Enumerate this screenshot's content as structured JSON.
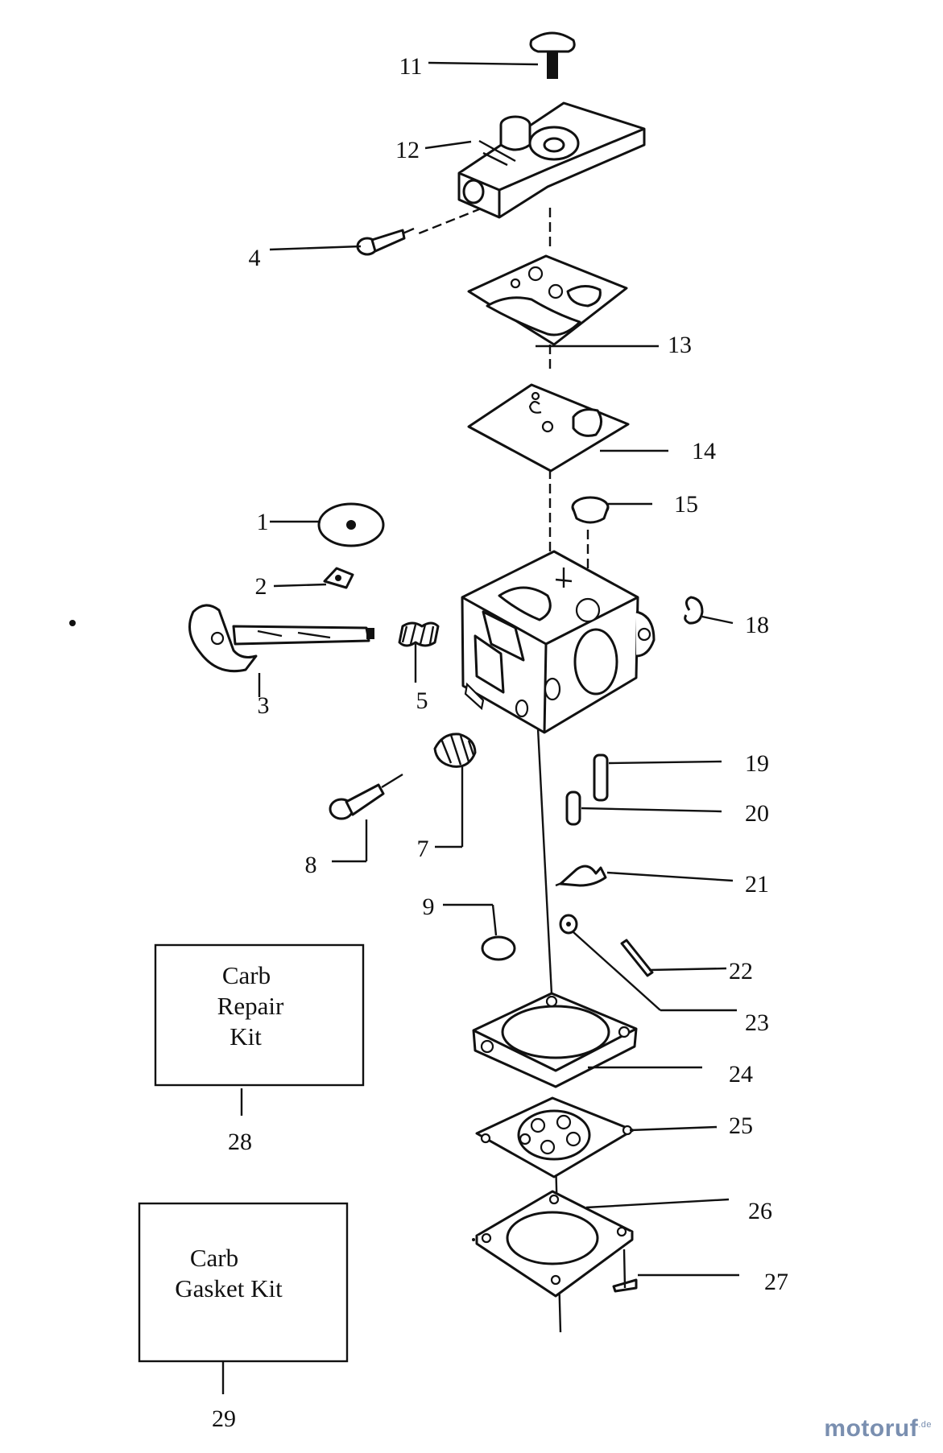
{
  "callouts": {
    "p1": "1",
    "p2": "2",
    "p3": "3",
    "p4": "4",
    "p5": "5",
    "p7": "7",
    "p8": "8",
    "p9": "9",
    "p11": "11",
    "p12": "12",
    "p13": "13",
    "p14": "14",
    "p15": "15",
    "p18": "18",
    "p19": "19",
    "p20": "20",
    "p21": "21",
    "p22": "22",
    "p23": "23",
    "p24": "24",
    "p25": "25",
    "p26": "26",
    "p27": "27",
    "p28": "28",
    "p29": "29"
  },
  "kits": {
    "repair": {
      "line1": "Carb",
      "line2": "Repair",
      "line3": "Kit"
    },
    "gasket": {
      "line1": "Carb",
      "line2": "Gasket Kit"
    }
  },
  "watermark": {
    "brand": "motoruf",
    "tld": ".de",
    "color": "#7a8fb0"
  }
}
